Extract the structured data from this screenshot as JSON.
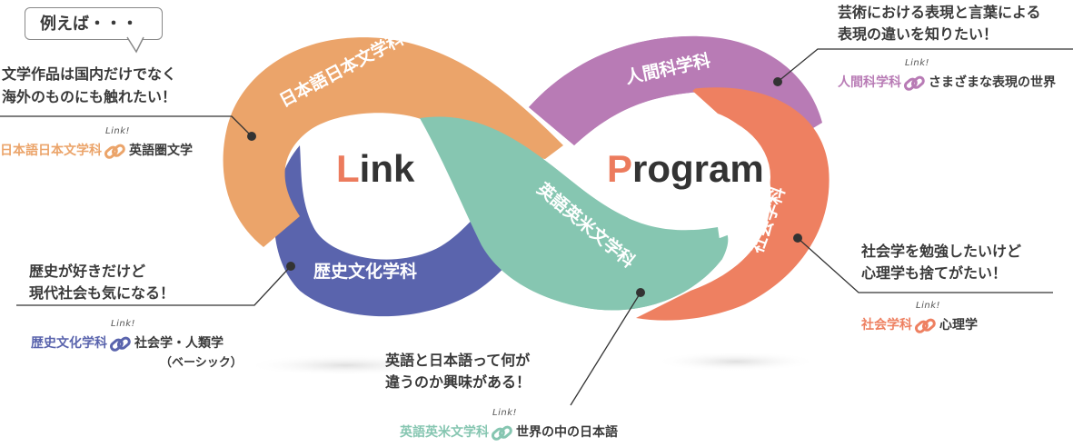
{
  "bubble": {
    "text": "例えば・・・"
  },
  "center": {
    "left_word": "Link",
    "right_word": "Program"
  },
  "segments": {
    "japanese": "日本語日本文学科",
    "history": "歴史文化学科",
    "english": "英語英米文学科",
    "human": "人間科学科",
    "social": "社会学科"
  },
  "link_badge": "Link!",
  "callouts": {
    "japanese": {
      "lines": [
        "文学作品は国内だけでなく",
        "海外のものにも触れたい！"
      ],
      "dept": "日本語日本文学科",
      "target": "英語圏文学",
      "color": "#e9a165"
    },
    "history": {
      "lines": [
        "歴史が好きだけど",
        "現代社会も気になる！"
      ],
      "dept": "歴史文化学科",
      "target": "社会学・人類学",
      "note": "（ベーシック）",
      "color": "#5b63ad"
    },
    "english": {
      "lines": [
        "英語と日本語って何が",
        "違うのか興味がある！"
      ],
      "dept": "英語英米文学科",
      "target": "世界の中の日本語",
      "color": "#7fc2ac"
    },
    "human": {
      "lines": [
        "芸術における表現と言葉による",
        "表現の違いを知りたい！"
      ],
      "dept": "人間科学科",
      "target": "さまざまな表現の世界",
      "color": "#b07ab5"
    },
    "social": {
      "lines": [
        "社会学を勉強したいけど",
        "心理学も捨てがたい！"
      ],
      "dept": "社会学科",
      "target": "心理学",
      "color": "#ec7b5d"
    }
  },
  "colors": {
    "japanese": "#eba46a",
    "history": "#5a64ad",
    "english": "#86c6b1",
    "human": "#b87bb5",
    "social": "#ee8061",
    "link_L": "#ec7b5d",
    "program_P": "#ec7b5d",
    "leader": "#333333"
  }
}
